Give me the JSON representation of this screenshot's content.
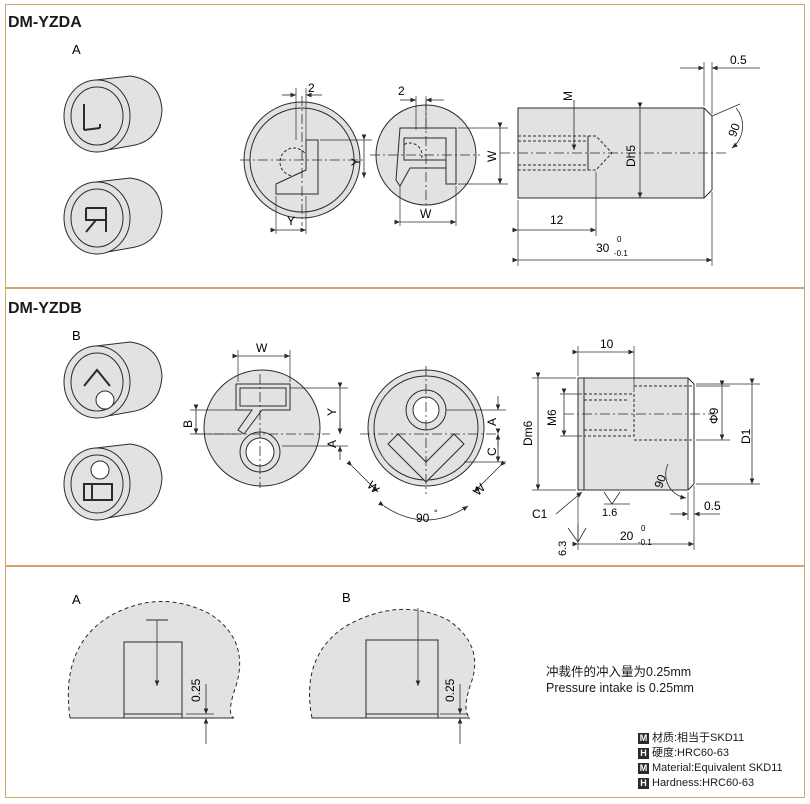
{
  "sections": {
    "yzda_title": "DM-YZDA",
    "yzdb_title": "DM-YZDB"
  },
  "labels": {
    "A": "A",
    "B": "B",
    "two": "2",
    "Y": "Y",
    "W": "W",
    "M": "M",
    "Dh5": "Dh5",
    "twelve": "12",
    "thirty": "30",
    "zero_five": "0.5",
    "ninety": "90",
    "ninety_deg": "90",
    "ten": "10",
    "M6": "M6",
    "Dm6": "Dm6",
    "phi9": "Φ9",
    "D1": "D1",
    "C": "C",
    "C1": "C1",
    "one_six": "1.6",
    "six_three": "6.3",
    "twenty": "20",
    "tol_upper": "0",
    "tol_lower": "-0.1",
    "zero_25": "0.25"
  },
  "note": {
    "cn": "冲裁件的冲入量为0.25mm",
    "en": "Pressure intake is 0.25mm"
  },
  "legend": [
    {
      "tag": "M",
      "text": "材质:相当于SKD11"
    },
    {
      "tag": "H",
      "text": "硬度:HRC60-63"
    },
    {
      "tag": "M",
      "text": "Material:Equivalent SKD11"
    },
    {
      "tag": "H",
      "text": "Hardness:HRC60-63"
    }
  ],
  "colors": {
    "fill": "#e2e2e2",
    "line": "#2b2b2b",
    "border": "#d6a36a"
  }
}
